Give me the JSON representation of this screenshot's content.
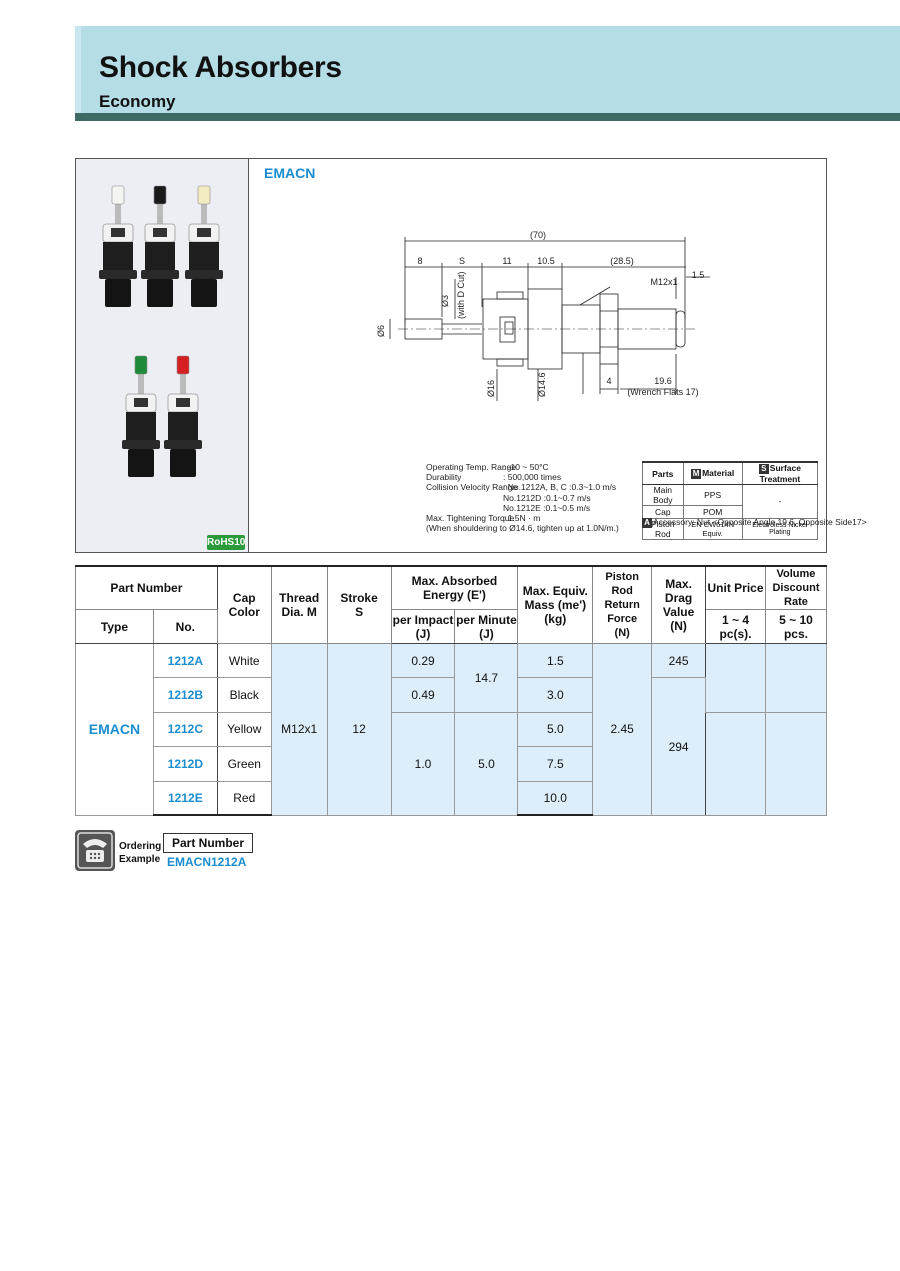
{
  "header": {
    "title": "Shock Absorbers",
    "subtitle": "Economy"
  },
  "product": {
    "series_label": "EMACN",
    "rohs_badge": "RoHS10",
    "cap_colors_hex": [
      "#f4f4f2",
      "#1a1a1a",
      "#f3ecc2",
      "#1e8a3a",
      "#d42020"
    ]
  },
  "drawing": {
    "dim_total": "(70)",
    "dim_8": "8",
    "dim_s": "S",
    "dim_11": "11",
    "dim_10_5": "10.5",
    "dim_28_5": "(28.5)",
    "dim_1_5": "1.5",
    "thread": "M12x1",
    "phi3": "Ø3",
    "with_d_cut": "(with D Cut)",
    "phi6": "Ø6",
    "phi16": "Ø16",
    "phi14_6": "Ø14.6",
    "dim_4": "4",
    "dim_19_6": "19.6",
    "wrench_flats": "(Wrench Flats 17)"
  },
  "specs": {
    "rows": [
      {
        "k": "Operating Temp. Range",
        "v": ": -10 ~ 50°C"
      },
      {
        "k": "Durability",
        "v": ": 500,000 times"
      },
      {
        "k": "Collision Velocity Range",
        "v": ": No.1212A, B, C   :0.3~1.0 m/s"
      },
      {
        "k": "",
        "v": "  No.1212D              :0.1~0.7 m/s"
      },
      {
        "k": "",
        "v": "  No.1212E              :0.1~0.5 m/s"
      },
      {
        "k": "Max. Tightening Torque",
        "v": ": 1.5N · m"
      }
    ],
    "note": "(When shouldering to Ø14.6, tighten up at 1.0N/m.)"
  },
  "materials": {
    "headers": [
      "Parts",
      "Material",
      "Surface Treatment"
    ],
    "rows": [
      [
        "Main Body",
        "PPS",
        "-"
      ],
      [
        "Cap",
        "POM",
        ""
      ],
      [
        "Piston Rod",
        "EN CW614N Equiv.",
        "Electroless Nickel Plating"
      ]
    ],
    "accessory": "Accessory: Nut <Opposite Angle 19.6, Opposite Side17>"
  },
  "table": {
    "h_part_number": "Part Number",
    "h_type": "Type",
    "h_no": "No.",
    "h_cap_color": [
      "Cap",
      "Color"
    ],
    "h_thread": [
      "Thread",
      "Dia. M"
    ],
    "h_stroke": [
      "Stroke",
      "S"
    ],
    "h_energy": [
      "Max. Absorbed",
      "Energy (E')"
    ],
    "h_per_impact": [
      "per Impact",
      "(J)"
    ],
    "h_per_minute": [
      "per Minute",
      "(J)"
    ],
    "h_mass": [
      "Max. Equiv.",
      "Mass (me')",
      "(kg)"
    ],
    "h_return": [
      "Piston Rod",
      "Return Force",
      "(N)"
    ],
    "h_drag": [
      "Max.",
      "Drag Value",
      "(N)"
    ],
    "h_unit_price": "Unit Price",
    "h_volume": [
      "Volume",
      "Discount Rate"
    ],
    "h_qty1": "1 ~ 4 pc(s).",
    "h_qty2": "5 ~ 10 pcs.",
    "type": "EMACN",
    "thread": "M12x1",
    "stroke": "12",
    "return_force": "2.45",
    "rows": [
      {
        "no": "1212A",
        "color": "White",
        "impact": "0.29",
        "mass": "1.5"
      },
      {
        "no": "1212B",
        "color": "Black",
        "impact": "0.49",
        "mass": "3.0"
      },
      {
        "no": "1212C",
        "color": "Yellow",
        "impact": "1.0",
        "mass": "5.0"
      },
      {
        "no": "1212D",
        "color": "Green",
        "mass": "7.5"
      },
      {
        "no": "1212E",
        "color": "Red",
        "mass": "10.0"
      }
    ],
    "per_minute_ab": "14.7",
    "per_minute_cde": "5.0",
    "drag_a": "245",
    "drag_be": "294"
  },
  "ordering": {
    "label_line1": "Ordering",
    "label_line2": "Example",
    "part_number_label": "Part Number",
    "example": "EMACN1212A"
  }
}
